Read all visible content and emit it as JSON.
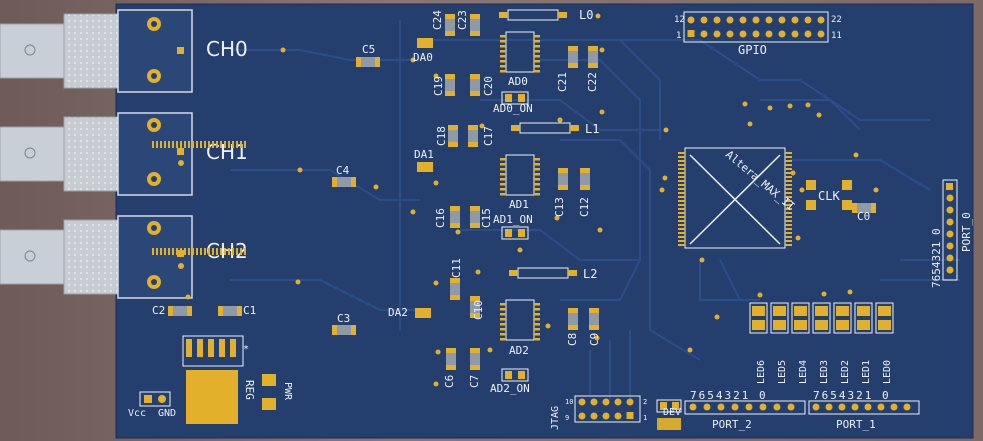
{
  "board": {
    "channels": [
      "CH0",
      "CH1",
      "CH2"
    ],
    "chip": "Altera_MAX_II",
    "components": {
      "caps": [
        "C24",
        "C23",
        "C20",
        "C19",
        "C21",
        "C22",
        "C18",
        "C17",
        "C16",
        "C15",
        "C13",
        "C12",
        "C11",
        "C10",
        "C6",
        "C7",
        "C8",
        "C9",
        "C5",
        "C4",
        "C3",
        "C2",
        "C1",
        "C0"
      ],
      "adcs": [
        "AD0",
        "AD1",
        "AD2"
      ],
      "adc_enables": [
        "AD0_ON",
        "AD1_ON",
        "AD2_ON"
      ],
      "inductors": [
        "L0",
        "L1",
        "L2"
      ],
      "drivers": [
        "DA0",
        "DA1",
        "DA2"
      ],
      "clock": "CLK",
      "regulator": "REG",
      "power_led": "PWR",
      "dev_led": "DEV",
      "leds": [
        "LED6",
        "LED5",
        "LED4",
        "LED3",
        "LED2",
        "LED1",
        "LED0"
      ]
    },
    "headers": {
      "gpio": {
        "label": "GPIO",
        "pin_numbers": [
          "12",
          "22",
          "1",
          "11"
        ]
      },
      "jtag": {
        "label": "JTAG",
        "pin_numbers": [
          "10",
          "9",
          "2",
          "1"
        ]
      },
      "port_0": {
        "label": "PORT_0",
        "pin_digits": "7654321 0"
      },
      "port_1": {
        "label": "PORT_1",
        "pin_digits": "7654321 0"
      },
      "port_2": {
        "label": "PORT_2",
        "pin_digits": "7654321 0"
      },
      "power": {
        "vcc": "Vcc",
        "gnd": "GND"
      }
    },
    "colors": {
      "board": "#243e6e",
      "trace": "#2f5190",
      "copper": "#e2b02a",
      "silkscreen": "#eef2f6",
      "bnc_connector": "#c9cfd6"
    }
  }
}
